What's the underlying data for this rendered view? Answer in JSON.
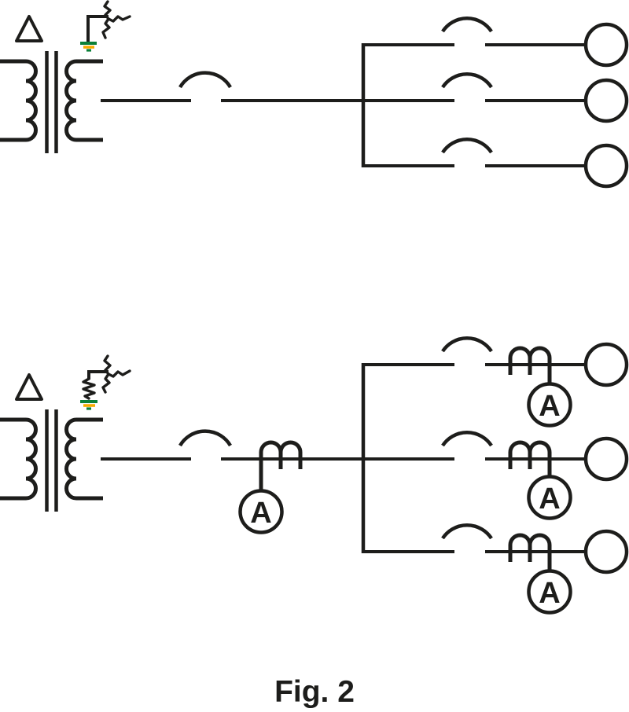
{
  "figure_caption": "Fig. 2",
  "ammeter_label": "A",
  "colors": {
    "line": "#1d1d1b",
    "background": "#ffffff",
    "ground_green": "#0a8038",
    "ground_yellow": "#f6ab00"
  },
  "icons": {
    "delta_winding": "triangle-outline",
    "wye_winding": "three-jagged-line-star",
    "earth_ground": "three-bar-ground",
    "neutral_resistor": "zigzag",
    "circuit_breaker": "arc-over-gap",
    "current_transformer": "double-hump-coil",
    "ammeter": "circle-letter-A",
    "load": "circle"
  }
}
